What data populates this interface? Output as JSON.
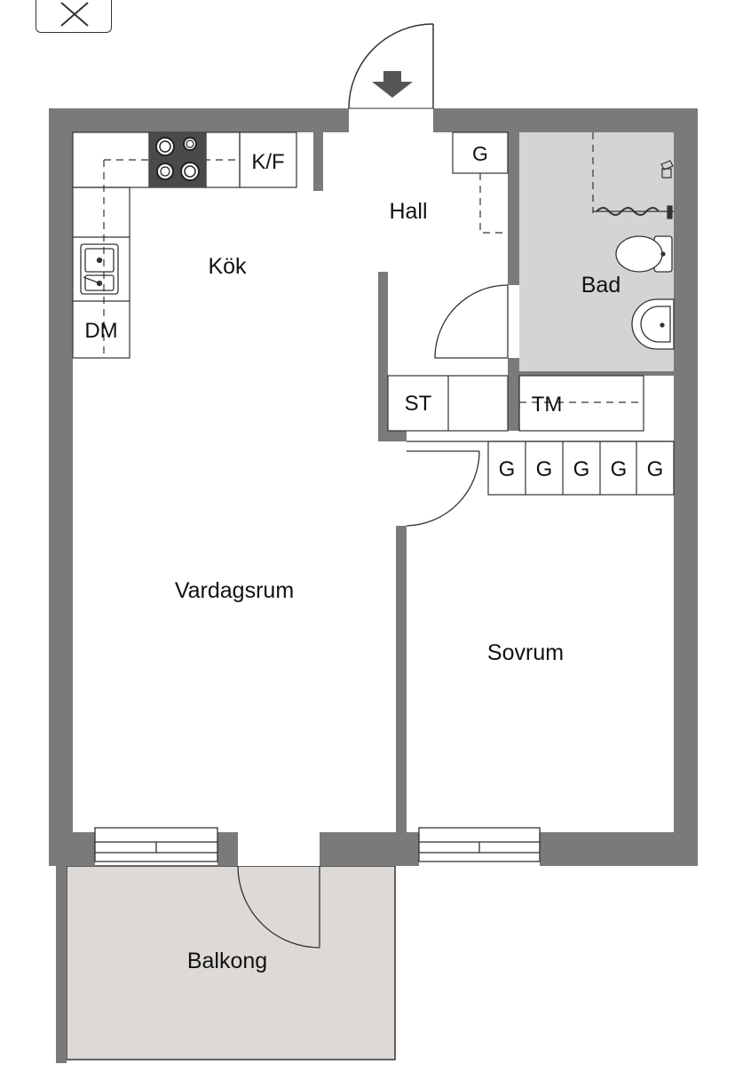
{
  "close_button": {
    "icon": "close-icon"
  },
  "rooms": {
    "kitchen": "Kök",
    "hall": "Hall",
    "bathroom": "Bad",
    "living_room": "Vardagsrum",
    "bedroom": "Sovrum",
    "balcony": "Balkong"
  },
  "fixtures": {
    "fridge_freezer": "K/F",
    "dishwasher": "DM",
    "wardrobe_hall": "G",
    "storage": "ST",
    "washing_machine": "TM",
    "wardrobes_bedroom": [
      "G",
      "G",
      "G",
      "G",
      "G"
    ]
  },
  "colors": {
    "wall": "#7a7a7a",
    "wet_room": "#d6d4d2",
    "balcony": "#dcd9d6",
    "line": "#333333"
  }
}
